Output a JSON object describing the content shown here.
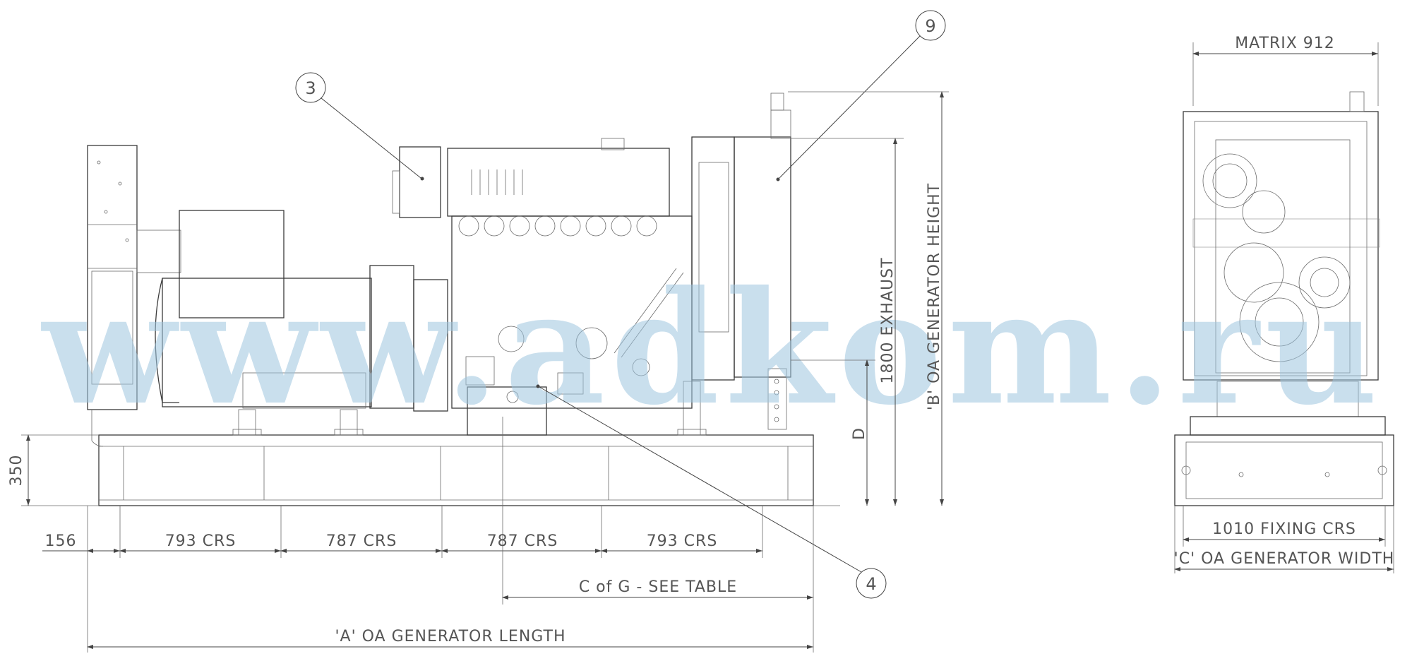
{
  "watermark": "www.adkom.ru",
  "callouts": [
    "3",
    "9",
    "4"
  ],
  "dimensions": {
    "matrix": "MATRIX 912",
    "exhaust": "1800 EXHAUST",
    "b_height": "'B' OA GENERATOR HEIGHT",
    "d": "D",
    "base_height": "350",
    "offset": "156",
    "crs_1": "793 CRS",
    "crs_2": "787 CRS",
    "crs_3": "787 CRS",
    "crs_4": "793 CRS",
    "cog": "C of G - SEE TABLE",
    "a_length": "'A' OA GENERATOR LENGTH",
    "fixing": "1010 FIXING CRS",
    "c_width": "'C' OA GENERATOR WIDTH"
  }
}
